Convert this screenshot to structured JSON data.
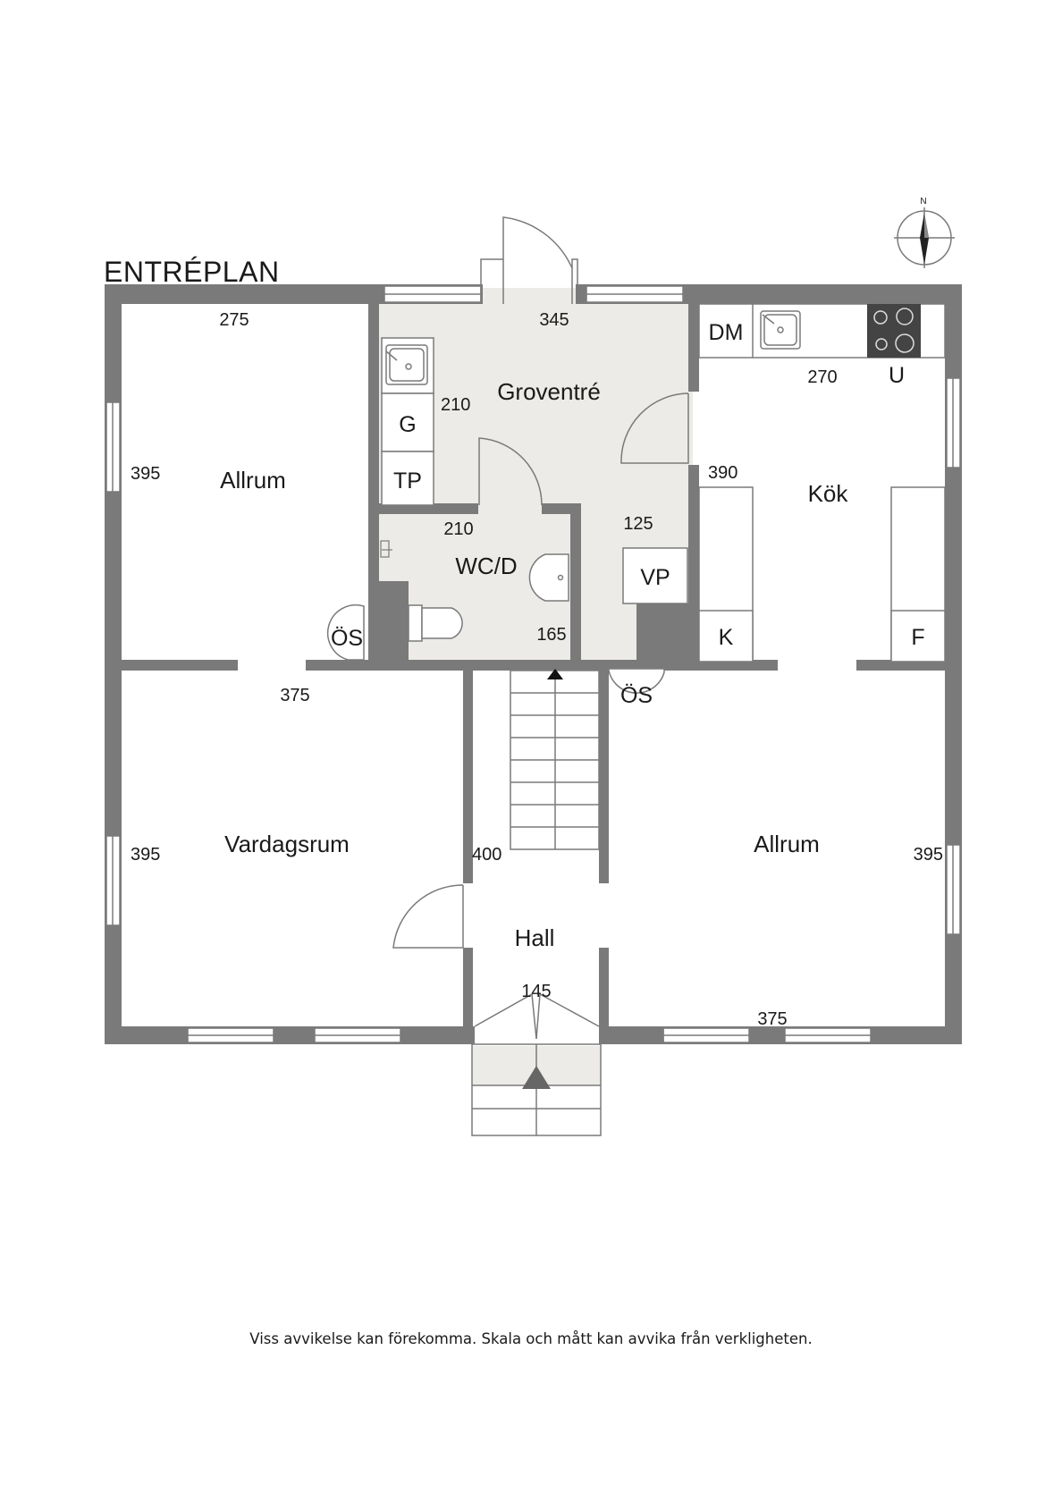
{
  "title": "ENTRÉPLAN",
  "rooms": {
    "allrum_left": "Allrum",
    "groventre": "Groventré",
    "kok": "Kök",
    "wcd": "WC/D",
    "vardagsrum": "Vardagsrum",
    "allrum_right": "Allrum",
    "hall": "Hall"
  },
  "dimensions": {
    "allrum_left_width": "275",
    "allrum_left_height": "395",
    "groventre_width": "345",
    "groventre_side": "210",
    "groventre_corridor": "125",
    "kok_width": "270",
    "kok_height": "390",
    "wcd_width": "210",
    "wcd_height": "165",
    "vardagsrum_width": "375",
    "vardagsrum_height": "395",
    "hall_height": "400",
    "hall_width": "145",
    "allrum_right_height": "395",
    "allrum_right_width": "375"
  },
  "fixtures": {
    "dm": "DM",
    "u": "U",
    "g": "G",
    "tp": "TP",
    "vp": "VP",
    "k": "K",
    "f": "F",
    "os_left": "ÖS",
    "os_right": "ÖS"
  },
  "compass": {
    "north_label": "N"
  },
  "colors": {
    "wall": "#7a7a7a",
    "floor_wet": "#ecebe7",
    "text": "#1a1a1a"
  },
  "disclaimer": "Viss avvikelse kan förekomma. Skala och mått kan avvika från verkligheten."
}
